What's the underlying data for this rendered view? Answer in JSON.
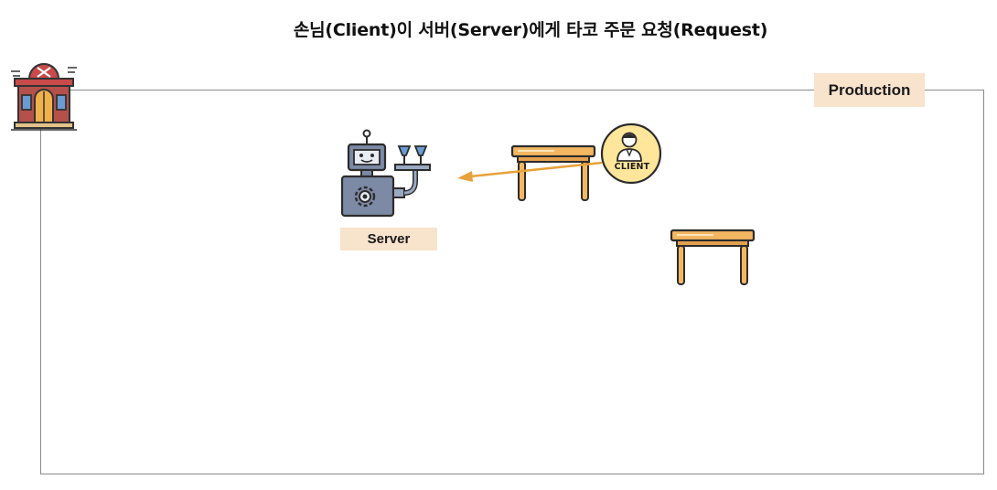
{
  "diagram": {
    "title": "손님(Client)이 서버(Server)에게 타코 주문 요청(Request)",
    "environment_label": "Production",
    "server_label": "Server",
    "client_badge_text": "CLIENT"
  },
  "icons": {
    "restaurant": "restaurant-building-icon",
    "server": "robot-server-icon",
    "client": "client-person-badge-icon",
    "table": "table-icon"
  },
  "colors": {
    "label_bg": "#f8e3cd",
    "arrow": "#e8a23b",
    "frame_border": "#8a8a8a",
    "client_badge": "#ffe69a",
    "table_wood": "#f3b762"
  }
}
